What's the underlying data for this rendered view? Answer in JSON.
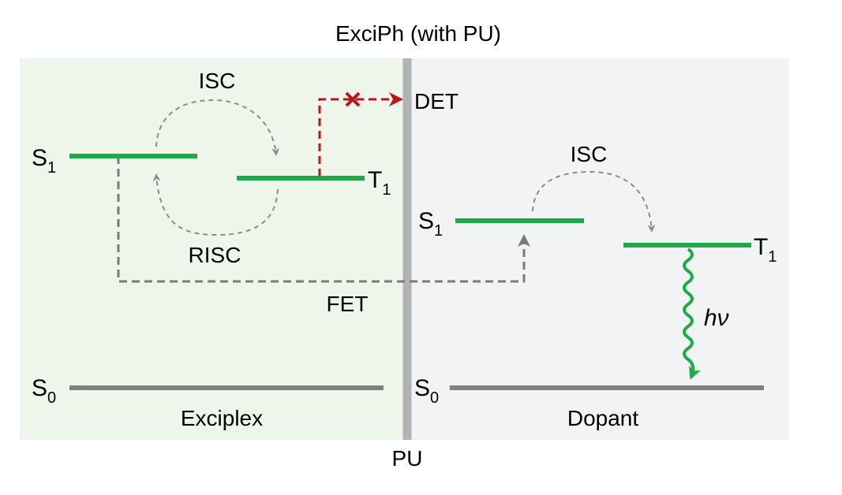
{
  "title": "ExciPh (with PU)",
  "colors": {
    "exciplex_bg": "#eef5ea",
    "dopant_bg": "#f2f3f5",
    "excited_level": "#1faa4a",
    "ground_level": "#808080",
    "barrier": "#b3b3b3",
    "transfer_arrow": "#7a7a7a",
    "isc_arrow": "#8c8c8c",
    "blocked_arrow": "#c0141c",
    "emission": "#1faa4a"
  },
  "exciplex": {
    "label": "Exciplex",
    "s1": {
      "main": "S",
      "sub": "1"
    },
    "t1": {
      "main": "T",
      "sub": "1"
    },
    "s0": {
      "main": "S",
      "sub": "0"
    },
    "isc": "ISC",
    "risc": "RISC"
  },
  "dopant": {
    "label": "Dopant",
    "s1": {
      "main": "S",
      "sub": "1"
    },
    "t1": {
      "main": "T",
      "sub": "1"
    },
    "s0": {
      "main": "S",
      "sub": "0"
    },
    "isc": "ISC",
    "emission": "hν"
  },
  "barrier": {
    "label": "PU"
  },
  "transfers": {
    "det": "DET",
    "det_blocked_mark": "✕",
    "fet": "FET"
  }
}
